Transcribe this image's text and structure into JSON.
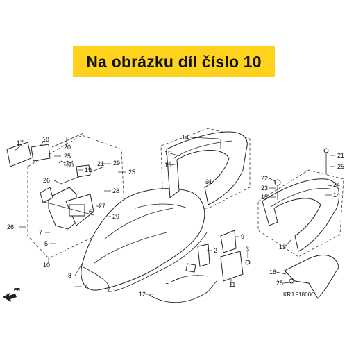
{
  "banner": {
    "text": "Na obrázku díl číslo 10",
    "color": "#ffd21e"
  },
  "diagram": {
    "part_numbers": [
      "17",
      "18",
      "20",
      "25",
      "30",
      "26",
      "19",
      "21",
      "29",
      "25",
      "28",
      "27",
      "6",
      "29",
      "26",
      "7",
      "5",
      "10",
      "15",
      "14",
      "31",
      "15",
      "21",
      "25",
      "22",
      "23",
      "15",
      "24",
      "14",
      "9",
      "2",
      "8",
      "4",
      "1",
      "3",
      "11",
      "12",
      "13",
      "16",
      "25"
    ],
    "direction_label": "FR.",
    "drawing_code": "KRJ F1800C"
  }
}
